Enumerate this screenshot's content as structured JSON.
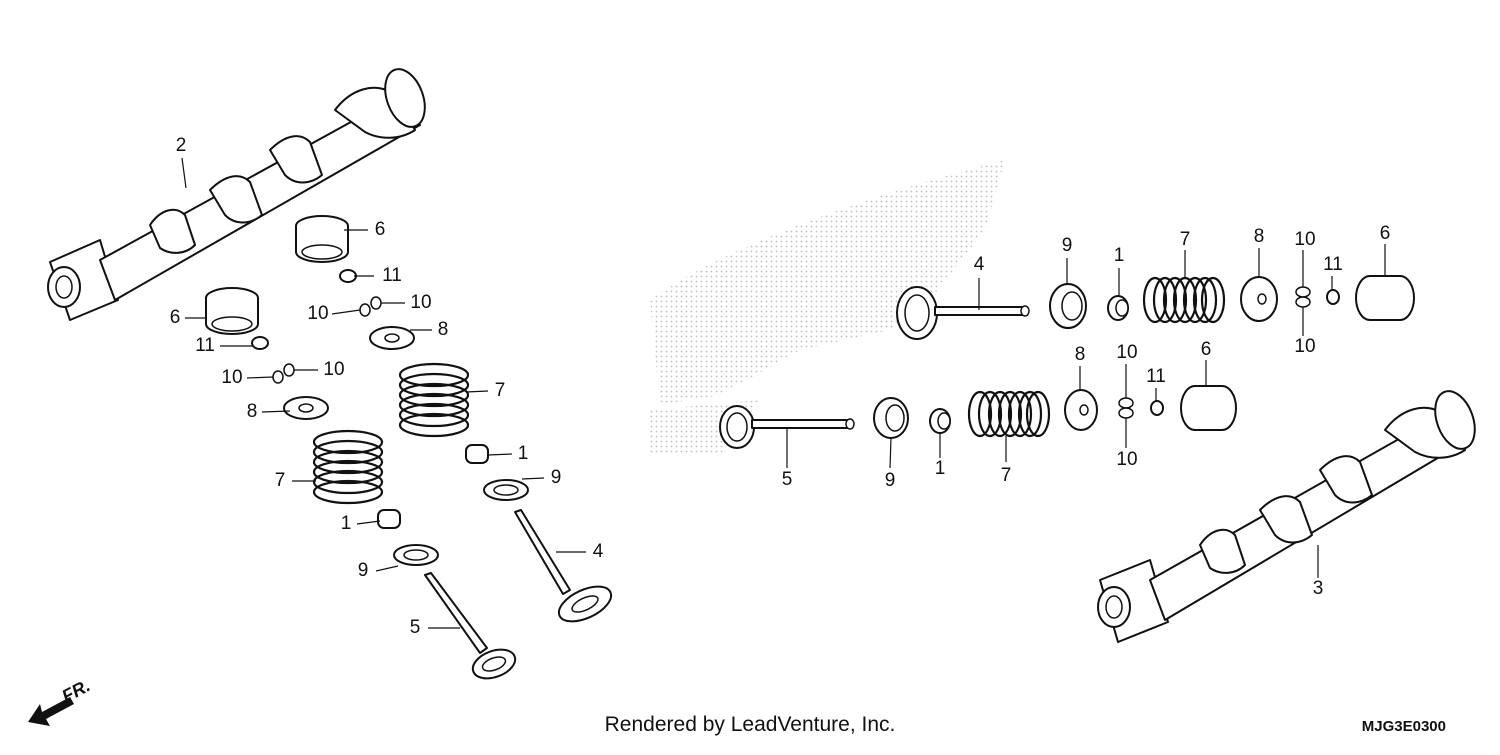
{
  "diagram": {
    "callouts": {
      "p1": "1",
      "p2": "2",
      "p3": "3",
      "p4": "4",
      "p5": "5",
      "p6": "6",
      "p7": "7",
      "p8": "8",
      "p9": "9",
      "p10": "10",
      "p11": "11"
    },
    "direction_label": "FR.",
    "credit": "Rendered by LeadVenture, Inc.",
    "diagram_code": "MJG3E0300",
    "colors": {
      "line": "#111111",
      "screen": "#bbbbbb",
      "background": "#ffffff"
    }
  }
}
